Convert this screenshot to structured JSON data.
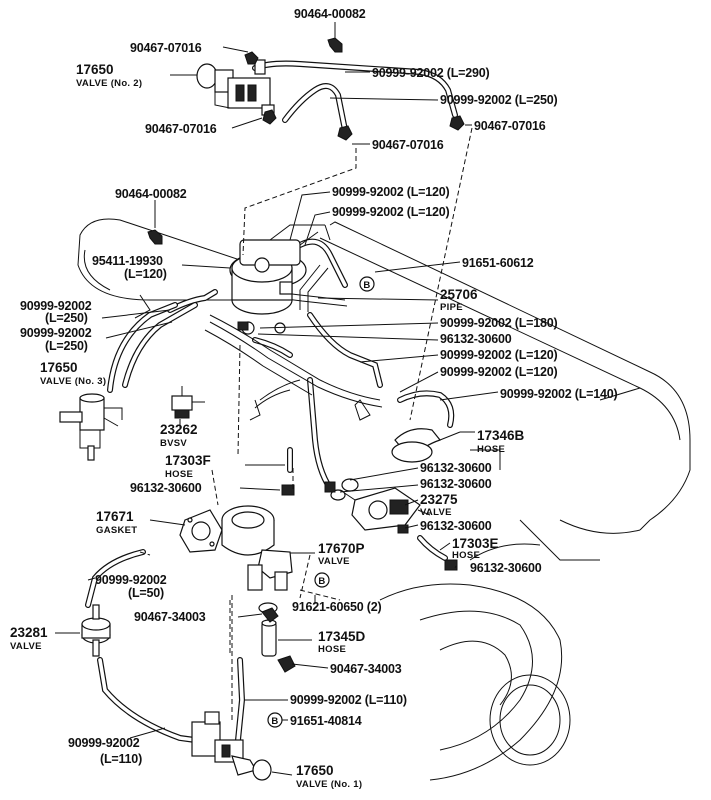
{
  "labels": {
    "p_90464_top": "90464-00082",
    "p_90467_a": "90467-07016",
    "p_17650_v2_num": "17650",
    "p_17650_v2_name": "VALVE (No. 2)",
    "p_hose_290": "90999-92002 (L=290)",
    "p_hose_250a": "90999-92002 (L=250)",
    "p_90467_b": "90467-07016",
    "p_90467_c": "90467-07016",
    "p_90467_d": "90467-07016",
    "p_hose_120a": "90999-92002 (L=120)",
    "p_hose_120b": "90999-92002 (L=120)",
    "p_90464_mid": "90464-00082",
    "p_95411_num": "95411-19930",
    "p_95411_len": "(L=120)",
    "p_91651_a": "91651-60612",
    "p_hose_250b_num": "90999-92002",
    "p_hose_250b_len": "(L=250)",
    "p_hose_250c_num": "90999-92002",
    "p_hose_250c_len": "(L=250)",
    "p_25706_num": "25706",
    "p_25706_name": "PIPE",
    "p_hose_180": "90999-92002 (L=180)",
    "p_96132_a": "96132-30600",
    "p_hose_120c": "90999-92002 (L=120)",
    "p_hose_120d": "90999-92002 (L=120)",
    "p_17650_v3_num": "17650",
    "p_17650_v3_name": "VALVE (No. 3)",
    "p_hose_140": "90999-92002 (L=140)",
    "p_23262_num": "23262",
    "p_23262_name": "BVSV",
    "p_17346b_num": "17346B",
    "p_17346b_name": "HOSE",
    "p_17303f_num": "17303F",
    "p_17303f_name": "HOSE",
    "p_96132_b": "96132-30600",
    "p_96132_c": "96132-30600",
    "p_96132_d": "96132-30600",
    "p_23275_num": "23275",
    "p_23275_name": "VALVE",
    "p_17671_num": "17671",
    "p_17671_name": "GASKET",
    "p_96132_e": "96132-30600",
    "p_17303e_num": "17303E",
    "p_17303e_name": "HOSE",
    "p_17670p_num": "17670P",
    "p_17670p_name": "VALVE",
    "p_96132_f": "96132-30600",
    "p_hose_50_num": "90999-92002",
    "p_hose_50_len": "(L=50)",
    "p_91621": "91621-60650 (2)",
    "p_90467_34003_a": "90467-34003",
    "p_23281_num": "23281",
    "p_23281_name": "VALVE",
    "p_17345d_num": "17345D",
    "p_17345d_name": "HOSE",
    "p_90467_34003_b": "90467-34003",
    "p_hose_110a": "90999-92002 (L=110)",
    "p_91651_b": "91651-40814",
    "p_hose_110b_num": "90999-92002",
    "p_hose_110b_len": "(L=110)",
    "p_17650_v1_num": "17650",
    "p_17650_v1_name": "VALVE (No. 1)"
  },
  "markers": {
    "b1": "B",
    "b2": "B",
    "b3": "B"
  }
}
